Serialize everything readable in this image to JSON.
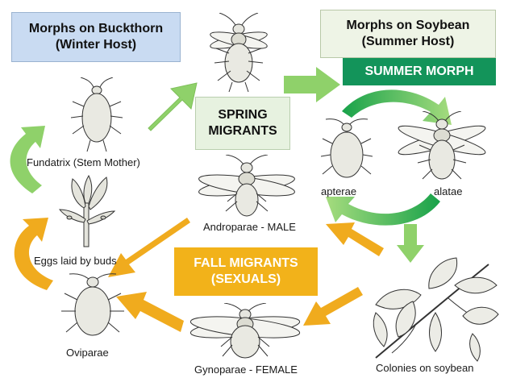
{
  "diagram": {
    "winter_header": {
      "line1": "Morphs on Buckthorn",
      "line2": "(Winter Host)"
    },
    "summer_header": {
      "line1": "Morphs on Soybean",
      "line2": "(Summer Host)"
    },
    "summer_morph": "SUMMER MORPH",
    "spring_migrants": {
      "line1": "SPRING",
      "line2": "MIGRANTS"
    },
    "fall_migrants": {
      "line1": "FALL MIGRANTS",
      "line2": "(SEXUALS)"
    },
    "labels": {
      "fundatrix": "Fundatrix (Stem Mother)",
      "eggs": "Eggs laid by buds",
      "oviparae": "Oviparae",
      "apterae": "apterae",
      "alatae": "alatae",
      "androparae": "Androparae - MALE",
      "gynoparae": "Gynoparae - FEMALE",
      "colonies": "Colonies on soybean"
    },
    "icons": [
      "winged-aphid-icon",
      "wingless-aphid-icon",
      "buckthorn-twig-icon",
      "soybean-plant-icon"
    ],
    "colors": {
      "winter_box": "#c9dbf2",
      "summer_box": "#eef4e6",
      "summer_morph_box": "#13945a",
      "spring_box": "#e7f2e0",
      "fall_box": "#f2b21a",
      "green_arrow": "#8fd16a",
      "orange_arrow": "#f0ab1e"
    }
  }
}
